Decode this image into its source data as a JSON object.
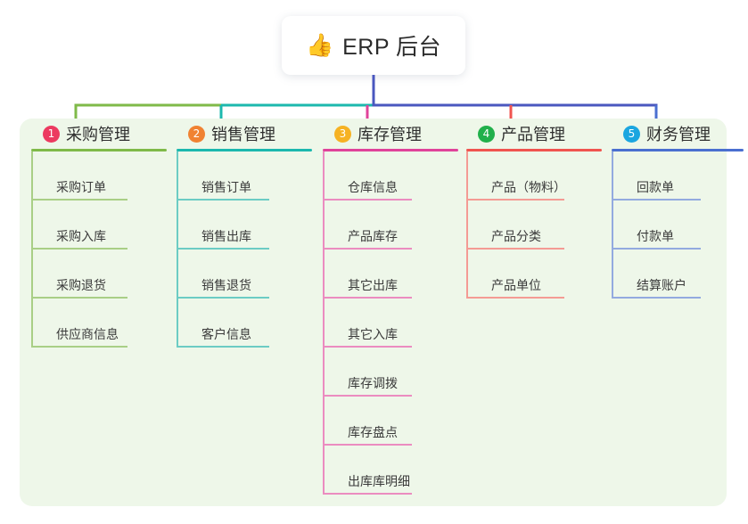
{
  "root": {
    "icon": "thumbs-up-icon",
    "emoji": "👍",
    "title": "ERP 后台"
  },
  "colors": {
    "page_background": "#ffffff",
    "panel_background": "#eef7e9",
    "root_card_background": "#ffffff",
    "trunk": "#4a57bf",
    "text": "#2f2f2f"
  },
  "columns": [
    {
      "number": "1",
      "title": "采购管理",
      "badge_color": "#ec3a60",
      "line_color": "#7fba49",
      "leaf_line_color": "#a9cf86",
      "items": [
        "采购订单",
        "采购入库",
        "采购退货",
        "供应商信息"
      ]
    },
    {
      "number": "2",
      "title": "销售管理",
      "badge_color": "#f08232",
      "line_color": "#1cb8ae",
      "leaf_line_color": "#6cccc4",
      "items": [
        "销售订单",
        "销售出库",
        "销售退货",
        "客户信息"
      ]
    },
    {
      "number": "3",
      "title": "库存管理",
      "badge_color": "#f6b223",
      "line_color": "#e0439a",
      "leaf_line_color": "#eb8cc0",
      "items": [
        "仓库信息",
        "产品库存",
        "其它出库",
        "其它入库",
        "库存调拨",
        "库存盘点",
        "出库库明细"
      ]
    },
    {
      "number": "4",
      "title": "产品管理",
      "badge_color": "#21b04b",
      "line_color": "#f0544f",
      "leaf_line_color": "#f49b94",
      "items": [
        "产品（物料）",
        "产品分类",
        "产品单位"
      ]
    },
    {
      "number": "5",
      "title": "财务管理",
      "badge_color": "#1ba6e0",
      "line_color": "#4a6fd0",
      "leaf_line_color": "#93aadf",
      "items": [
        "回款单",
        "付款单",
        "结算账户"
      ]
    }
  ]
}
